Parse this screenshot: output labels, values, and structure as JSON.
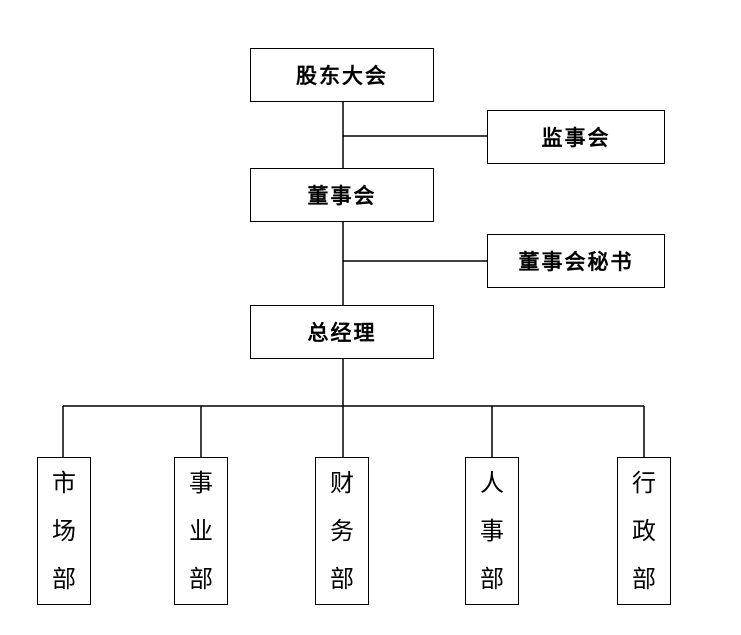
{
  "org_chart": {
    "shareholders_meeting": "股东大会",
    "supervisory_board": "监事会",
    "board_of_directors": "董事会",
    "board_secretary": "董事会秘书",
    "general_manager": "总经理",
    "departments": [
      {
        "chars": [
          "市",
          "场",
          "部"
        ]
      },
      {
        "chars": [
          "事",
          "业",
          "部"
        ]
      },
      {
        "chars": [
          "财",
          "务",
          "部"
        ]
      },
      {
        "chars": [
          "人",
          "事",
          "部"
        ]
      },
      {
        "chars": [
          "行",
          "政",
          "部"
        ]
      }
    ]
  }
}
